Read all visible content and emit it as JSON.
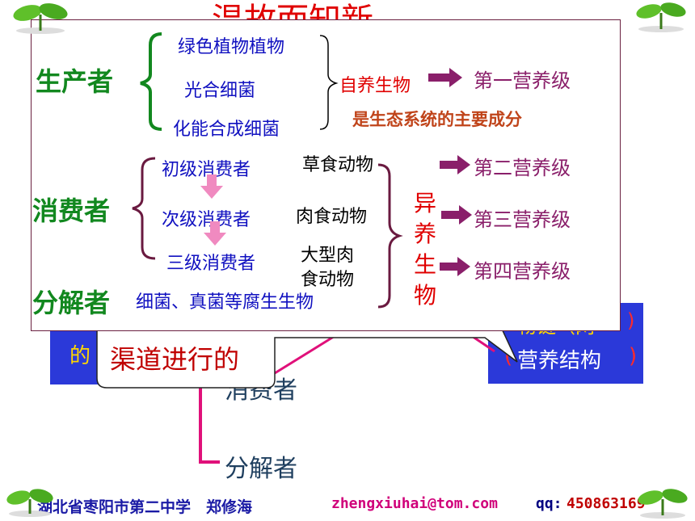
{
  "title": "温故而知新",
  "callout_text": "渠道进行的",
  "producers": {
    "label": "生产者",
    "items": [
      "绿色植物植物",
      "光合细菌",
      "化能合成细菌"
    ],
    "type": "自养生物",
    "note": "是生态系统的主要成分",
    "level": "第一营养级"
  },
  "consumers": {
    "label": "消费者",
    "items": [
      {
        "name": "初级消费者",
        "diet": "草食动物",
        "level": "第二营养级"
      },
      {
        "name": "次级消费者",
        "diet": "肉食动物",
        "level": "第三营养级"
      },
      {
        "name": "三级消费者",
        "diet_line1": "大型肉",
        "diet_line2": "食动物",
        "level": "第四营养级"
      }
    ],
    "type_chars": [
      "异",
      "养",
      "生",
      "物"
    ]
  },
  "decomposers": {
    "label": "分解者",
    "desc": "细菌、真菌等腐生生物"
  },
  "background": {
    "left_box_text": "的",
    "right_box_line1": "物链（网",
    "right_box_line2": "营养结构",
    "tree_consumer": "消费者",
    "tree_decomposer": "分解者"
  },
  "footer": {
    "name": "湖北省枣阳市第二中学　郑修海",
    "email": "zhengxiuhai@tom.com",
    "qq_label": "qq:",
    "qq": "450863169"
  },
  "colors": {
    "accent_green": "#12881f",
    "accent_blue": "#1010c0",
    "accent_red": "#e00000",
    "arrow_purple": "#8a1f6a",
    "box_blue": "#2b39d9"
  },
  "icons": [
    "sprout-icon"
  ]
}
